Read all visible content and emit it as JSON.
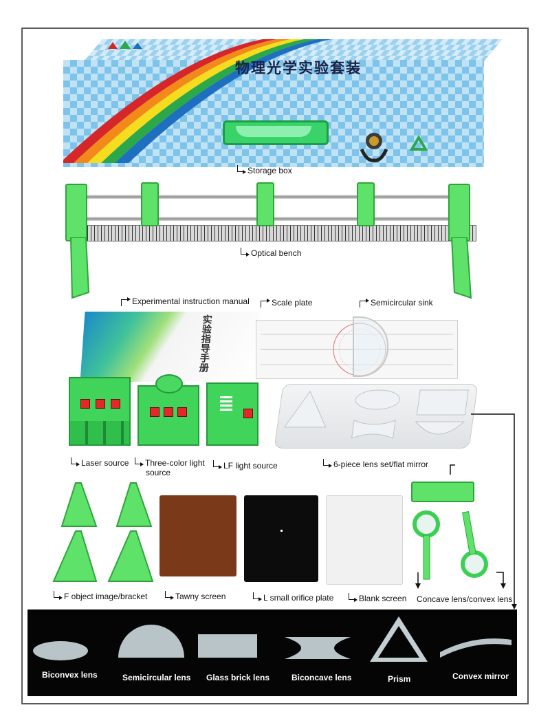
{
  "box": {
    "title_cn": "物理光学实验套装",
    "label": "Storage box"
  },
  "bench": {
    "label": "Optical bench"
  },
  "parts": {
    "manual": "Experimental instruction manual",
    "manual_cover": "实验指导手册",
    "scale_plate": "Scale plate",
    "sink": "Semicircular sink",
    "laser": "Laser source",
    "three_color_line1": "Three-color light",
    "three_color_line2": "source",
    "lf": "LF light source",
    "lens_set": "6-piece lens set/flat mirror",
    "f_object": "F object image/bracket",
    "tawny": "Tawny screen",
    "orifice": "L small orifice plate",
    "blank": "Blank screen",
    "concave_convex": "Concave lens/convex lens"
  },
  "lenses": [
    "Biconvex lens",
    "Semicircular lens",
    "Glass brick lens",
    "Biconcave lens",
    "Prism",
    "Convex mirror"
  ],
  "colors": {
    "frame": "#5a5a5a",
    "green": "#41d45a",
    "button_red": "#e22828",
    "tawny": "#7a3a1a",
    "orifice": "#0c0c0c",
    "lens_bar": "#050505"
  }
}
